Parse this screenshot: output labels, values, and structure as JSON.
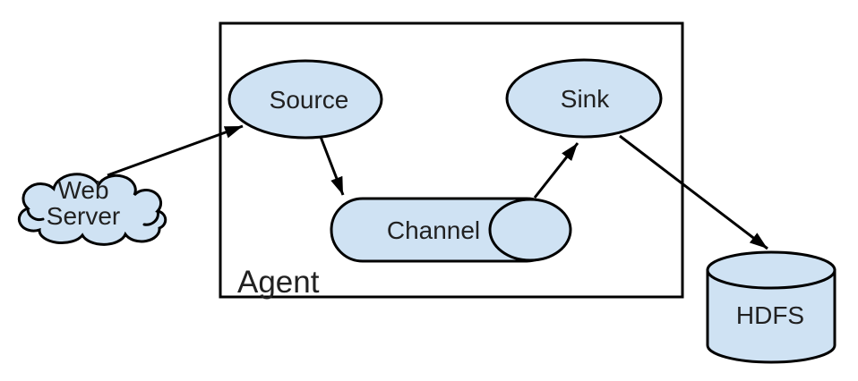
{
  "colors": {
    "node_fill": "#cfe2f3",
    "outline": "#000000",
    "text": "#212121",
    "background": "#ffffff"
  },
  "agent": {
    "label": "Agent"
  },
  "nodes": {
    "web_server": {
      "label": "Web Server",
      "lines": [
        "Web",
        "Server"
      ],
      "shape": "cloud"
    },
    "source": {
      "label": "Source",
      "shape": "ellipse"
    },
    "channel": {
      "label": "Channel",
      "shape": "horizontal-cylinder"
    },
    "sink": {
      "label": "Sink",
      "shape": "ellipse"
    },
    "hdfs": {
      "label": "HDFS",
      "shape": "database-cylinder"
    }
  },
  "edges": [
    {
      "from": "web-server",
      "to": "source"
    },
    {
      "from": "source",
      "to": "channel"
    },
    {
      "from": "channel",
      "to": "sink"
    },
    {
      "from": "sink",
      "to": "hdfs"
    }
  ]
}
